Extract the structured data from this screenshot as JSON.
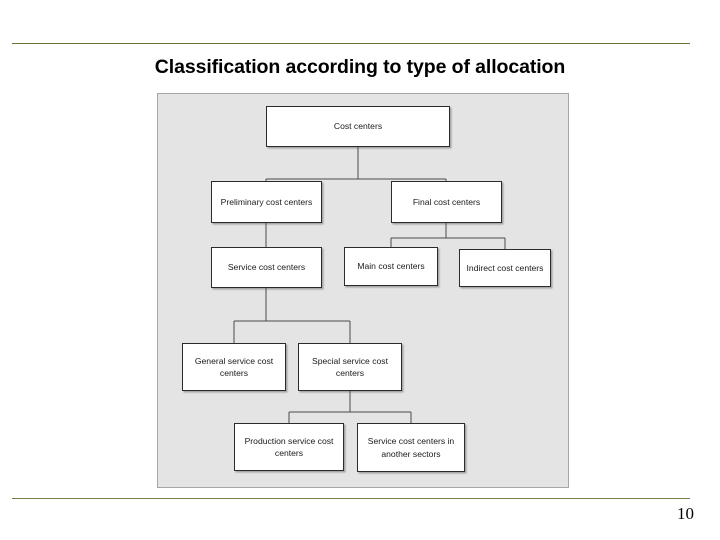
{
  "slide": {
    "title": "Classification according to type of allocation",
    "page_number": "10",
    "header_rule_color": "#6d6f3a",
    "footer_rule_color": "#7a7c4a",
    "panel_background": "#e4e4e4",
    "panel_border_color": "#a6a6a6",
    "node_background": "#ffffff",
    "node_border_color": "#2b2b2b",
    "connector_color": "#4a4a4a"
  },
  "diagram": {
    "type": "hierarchy-tree",
    "nodes": [
      {
        "id": "cost-centers",
        "label": "Cost centers"
      },
      {
        "id": "preliminary-cost-centers",
        "label": "Preliminary cost centers"
      },
      {
        "id": "final-cost-centers",
        "label": "Final cost centers"
      },
      {
        "id": "service-cost-centers",
        "label": "Service cost centers"
      },
      {
        "id": "main-cost-centers",
        "label": "Main cost centers"
      },
      {
        "id": "indirect-cost-centers",
        "label": "Indirect cost centers"
      },
      {
        "id": "general-service-cost-centers",
        "label": "General service cost centers"
      },
      {
        "id": "special-service-cost-centers",
        "label": "Special service cost centers"
      },
      {
        "id": "production-service-cost-centers",
        "label": "Production service cost centers"
      },
      {
        "id": "service-cost-centers-another-sectors",
        "label": "Service cost centers in another sectors"
      }
    ],
    "edges": [
      {
        "from": "cost-centers",
        "to": "preliminary-cost-centers"
      },
      {
        "from": "cost-centers",
        "to": "final-cost-centers"
      },
      {
        "from": "preliminary-cost-centers",
        "to": "service-cost-centers"
      },
      {
        "from": "final-cost-centers",
        "to": "main-cost-centers"
      },
      {
        "from": "final-cost-centers",
        "to": "indirect-cost-centers"
      },
      {
        "from": "service-cost-centers",
        "to": "general-service-cost-centers"
      },
      {
        "from": "service-cost-centers",
        "to": "special-service-cost-centers"
      },
      {
        "from": "special-service-cost-centers",
        "to": "production-service-cost-centers"
      },
      {
        "from": "special-service-cost-centers",
        "to": "service-cost-centers-another-sectors"
      }
    ]
  }
}
